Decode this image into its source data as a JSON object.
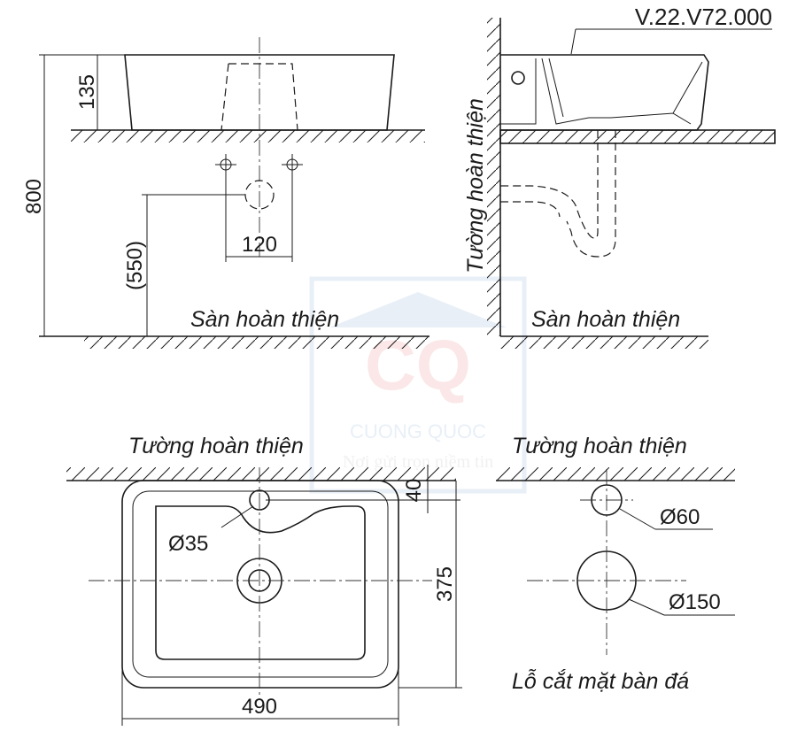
{
  "model_code": "V.22.V72.000",
  "labels": {
    "finished_floor": "Sàn hoàn thiện",
    "finished_wall": "Tường hoàn thiện",
    "countertop_cutout": "Lỗ cắt mặt bàn đá"
  },
  "dimensions": {
    "total_height": "800",
    "basin_height": "135",
    "drain_height": "(550)",
    "hole_spacing": "120",
    "wall_to_tap_hole": "40",
    "depth": "375",
    "width": "490",
    "tap_hole_dia": "Ø35",
    "cutout_small_dia": "Ø60",
    "cutout_large_dia": "Ø150"
  },
  "watermark": {
    "brand": "CQ",
    "name": "CUONG QUOC",
    "slogan": "Nơi gửi trọn niềm tin"
  }
}
